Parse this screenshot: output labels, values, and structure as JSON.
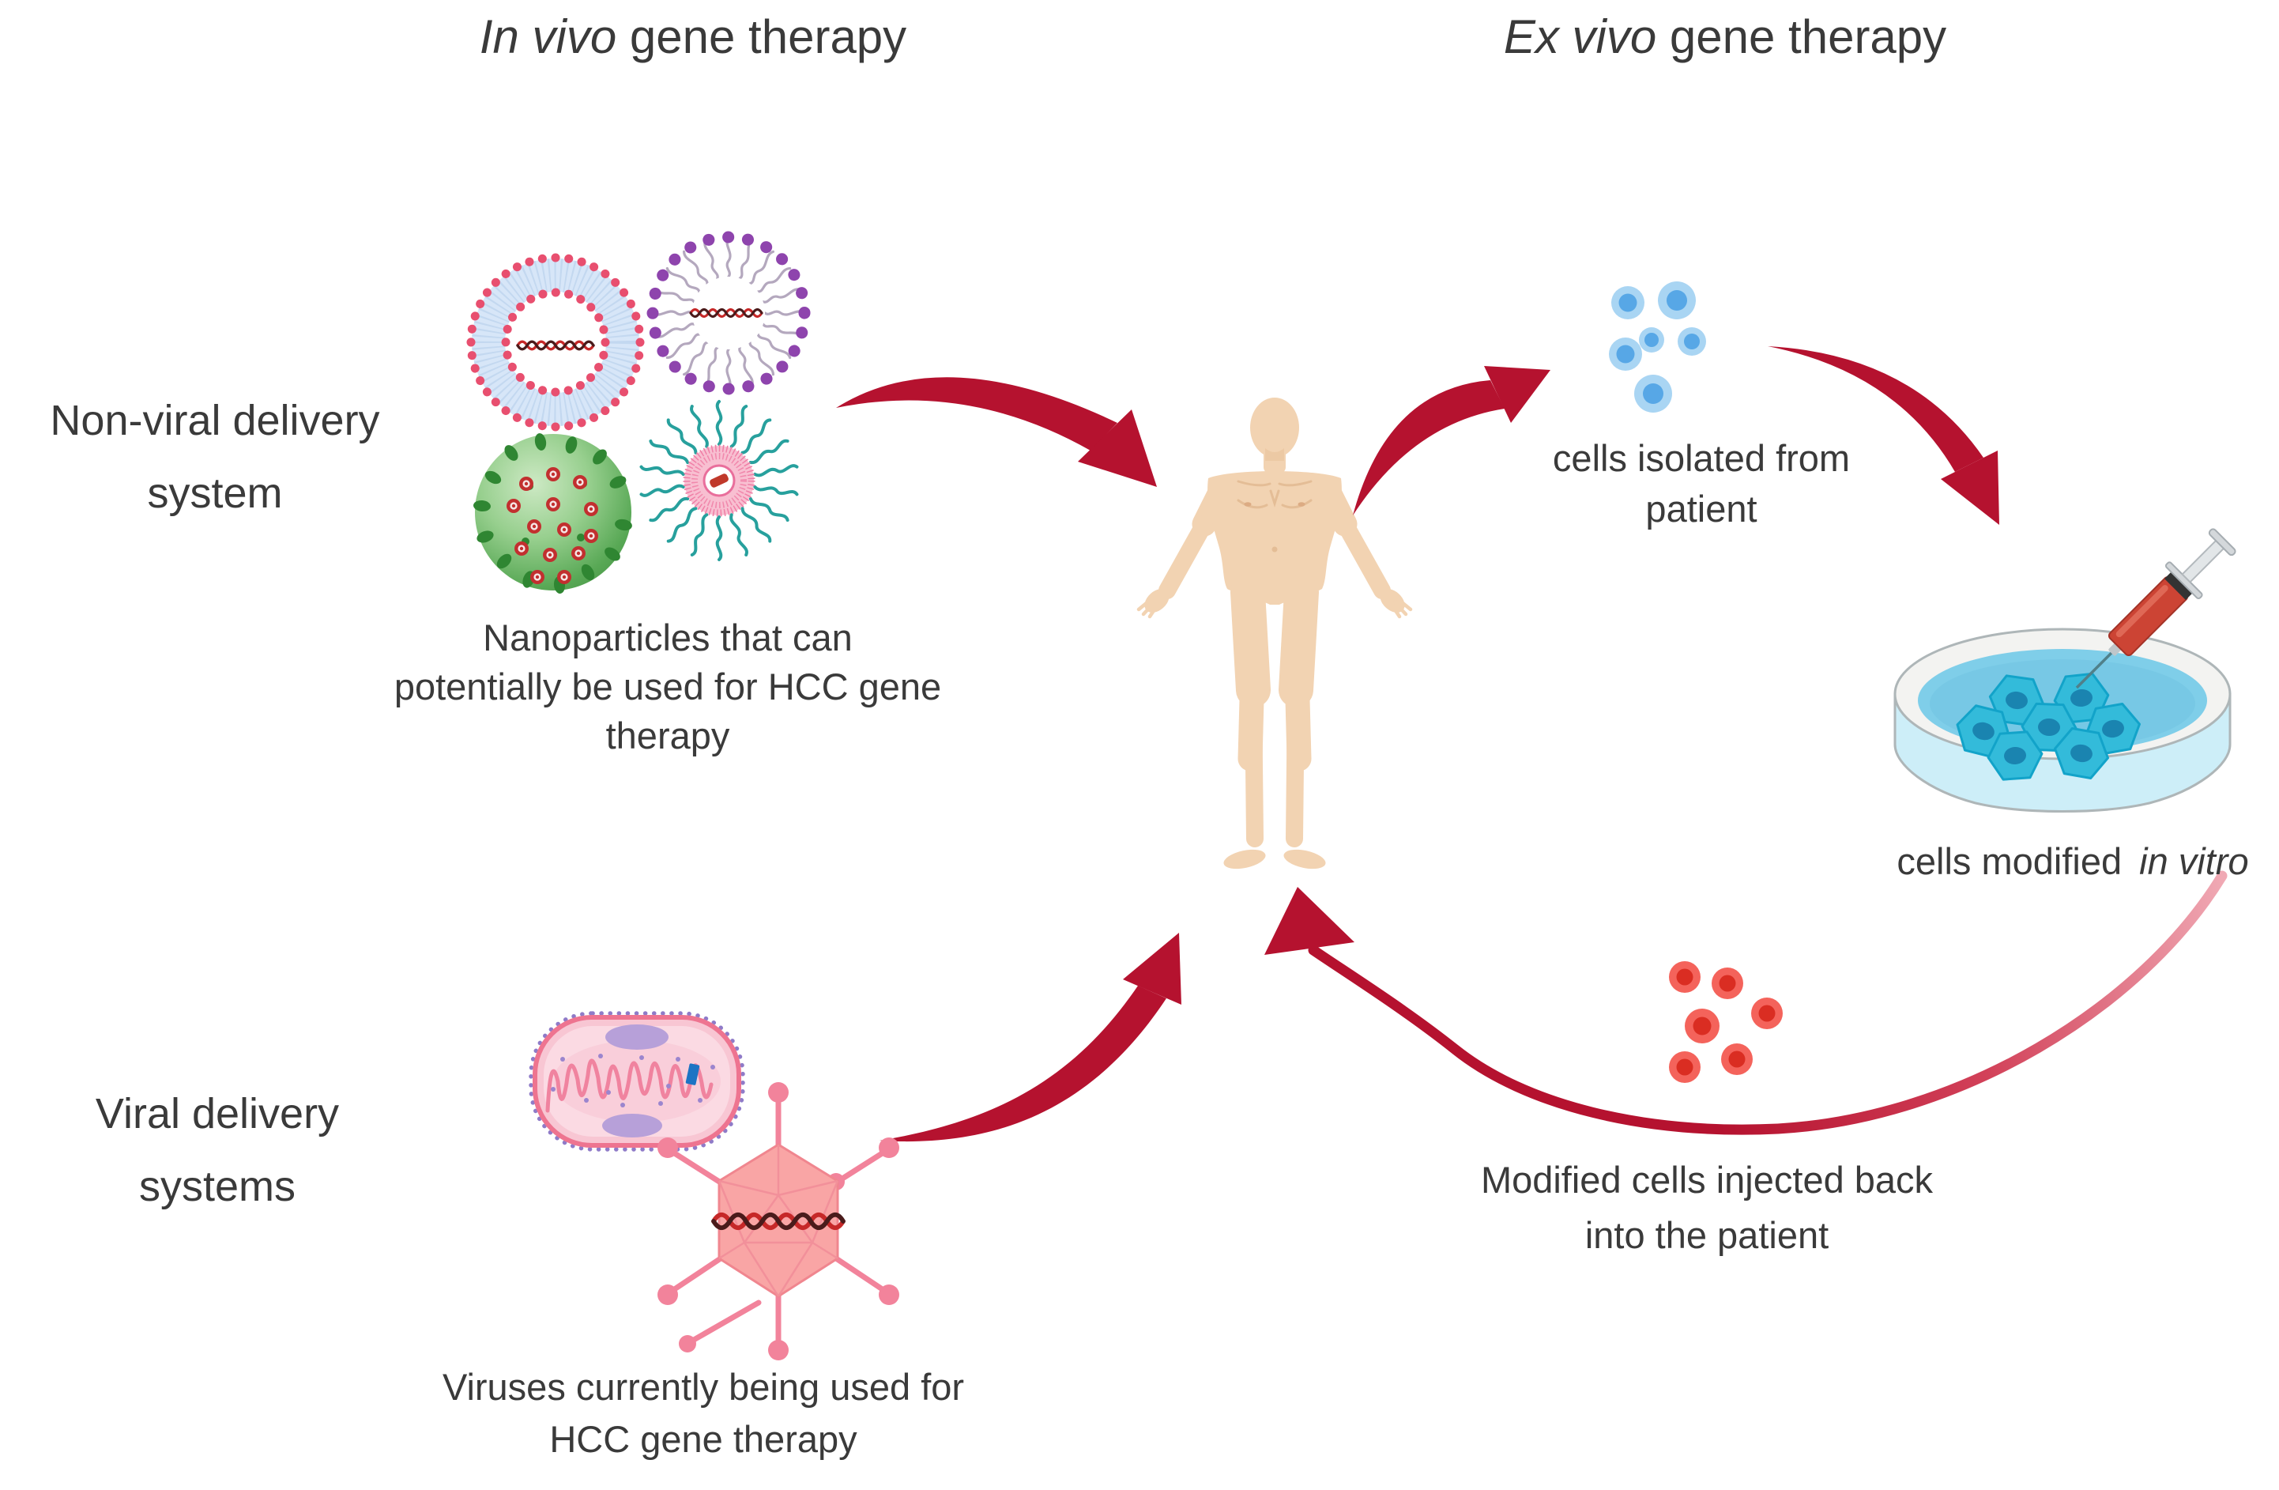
{
  "titles": {
    "in_vivo": {
      "italic": "In vivo",
      "rest": " gene therapy"
    },
    "ex_vivo": {
      "italic": "Ex vivo",
      "rest": " gene therapy"
    }
  },
  "sections": {
    "non_viral_label": {
      "line1": "Non-viral delivery",
      "line2": "system"
    },
    "viral_label": {
      "line1": "Viral delivery",
      "line2": "systems"
    }
  },
  "captions": {
    "nanoparticles": {
      "line1": "Nanoparticles that can",
      "line2": "potentially be used for HCC gene",
      "line3": "therapy"
    },
    "viruses": {
      "line1": "Viruses currently being used for",
      "line2": "HCC gene therapy"
    },
    "cells_isolated": {
      "line1": "cells isolated from",
      "line2": "patient"
    },
    "cells_modified": {
      "normal": "cells modified",
      "italic": "in vitro"
    },
    "cells_injected": {
      "line1": "Modified cells injected back",
      "line2": "into the patient"
    }
  },
  "icons": {
    "liposome": "liposome-nanoparticle-icon",
    "polymer_micelle": "polymer-micelle-nanoparticle-icon",
    "solid_lipid_particle": "green-nanoparticle-icon",
    "pegylated_micelle": "pegylated-micelle-nanoparticle-icon",
    "human": "human-body-icon",
    "blue_cells": "isolated-cells-icon",
    "red_cells": "modified-cells-icon",
    "petri_dish": "petri-dish-icon",
    "syringe": "syringe-icon",
    "bacterium": "bacterial-plasmid-icon",
    "virus": "adenovirus-icon"
  },
  "colors": {
    "arrow": "#B5122F",
    "text": "#3A3A3A",
    "skin": "#F2D3B2",
    "blue_cell_outer": "#A9D5F3",
    "blue_cell_nucleus": "#57A7E6",
    "red_cell_outer": "#F4635B",
    "red_cell_nucleus": "#DA2D22",
    "dish_liquid": "#7FCEE9",
    "dish_cell": "#33BBDA",
    "virus_body": "#F9A5A5",
    "bacterium_body": "#F8C6D3",
    "liposome_heads": "#E84F6F",
    "micelle_heads": "#8E44AD",
    "green_particle": "#58A855",
    "teal_chain": "#27A09D"
  }
}
